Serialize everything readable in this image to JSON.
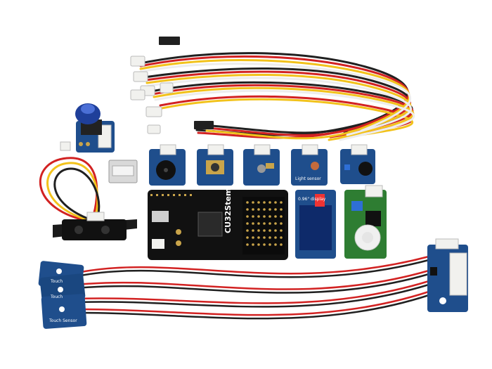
{
  "image": {
    "background": "#ffffff",
    "board_label": "CU32Stem",
    "oled_label": "0.96\" display",
    "sensor_label": "Light sensor",
    "touch_labels": [
      "Touch",
      "Touch",
      "Touch Sensor"
    ]
  },
  "colors": {
    "pcb_blue": "#1f4e8c",
    "pcb_dark": "#15365f",
    "pcb_black": "#111111",
    "pcb_green": "#2e7d32",
    "wire_red": "#d22222",
    "wire_black": "#202020",
    "wire_yellow": "#f2c21b",
    "wire_white": "#f4f4f4",
    "connector": "#f1f1ee",
    "gold": "#c9a44a"
  }
}
